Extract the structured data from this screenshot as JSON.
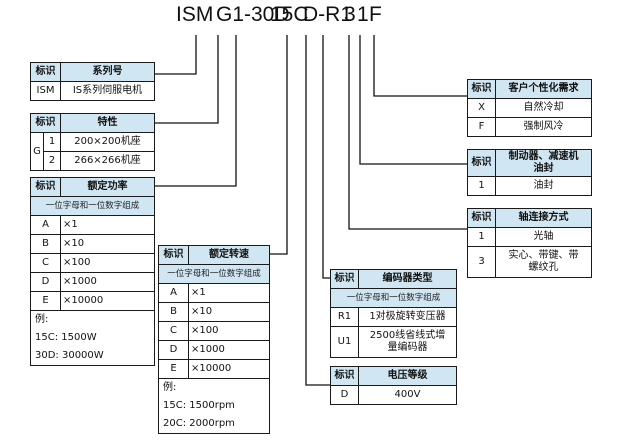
{
  "model": {
    "parts": [
      "ISM",
      "G1-30D",
      "15C",
      "D-R1",
      "3",
      "1",
      "F"
    ]
  },
  "series": {
    "headers": [
      "标识",
      "系列号"
    ],
    "rows": [
      [
        "ISM",
        "IS系列伺服电机"
      ]
    ]
  },
  "characteristic": {
    "headers": [
      "标识",
      "特性"
    ],
    "group": "G",
    "rows": [
      [
        "1",
        "200×200机座"
      ],
      [
        "2",
        "266×266机座"
      ]
    ]
  },
  "rated_power": {
    "headers": [
      "标识",
      "额定功率"
    ],
    "note": "一位字母和一位数字组成",
    "rows": [
      [
        "A",
        "×1"
      ],
      [
        "B",
        "×10"
      ],
      [
        "C",
        "×100"
      ],
      [
        "D",
        "×1000"
      ],
      [
        "E",
        "×10000"
      ]
    ],
    "example_label": "例:",
    "examples": [
      "15C:  1500W",
      "30D:  30000W"
    ]
  },
  "rated_speed": {
    "headers": [
      "标识",
      "额定转速"
    ],
    "note": "一位字母和一位数字组成",
    "rows": [
      [
        "A",
        "×1"
      ],
      [
        "B",
        "×10"
      ],
      [
        "C",
        "×100"
      ],
      [
        "D",
        "×1000"
      ],
      [
        "E",
        "×10000"
      ]
    ],
    "example_label": "例:",
    "examples": [
      "15C:  1500rpm",
      "20C:  2000rpm"
    ]
  },
  "encoder": {
    "headers": [
      "标识",
      "编码器类型"
    ],
    "note": "一位字母和一位数字组成",
    "rows": [
      [
        "R1",
        "1对极旋转变压器"
      ],
      [
        "U1",
        "2500线省线式增量编码器"
      ]
    ]
  },
  "voltage": {
    "headers": [
      "标识",
      "电压等级"
    ],
    "rows": [
      [
        "D",
        "400V"
      ]
    ]
  },
  "custom": {
    "headers": [
      "标识",
      "客户个性化需求"
    ],
    "rows": [
      [
        "X",
        "自然冷却"
      ],
      [
        "F",
        "强制风冷"
      ]
    ]
  },
  "brake": {
    "headers": [
      "标识",
      "制动器、减速机油封"
    ],
    "rows": [
      [
        "1",
        "油封"
      ]
    ]
  },
  "shaft": {
    "headers": [
      "标识",
      "轴连接方式"
    ],
    "rows": [
      [
        "1",
        "光轴"
      ],
      [
        "3",
        "实心、带键、带螺纹孔"
      ]
    ]
  }
}
